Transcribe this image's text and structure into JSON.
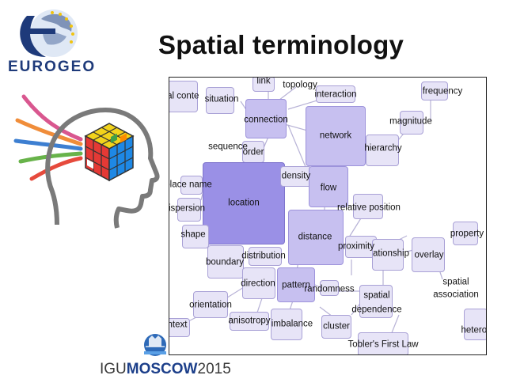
{
  "slide": {
    "title": "Spatial terminology",
    "logo_text": "EUROGEO",
    "conference": {
      "prefix": "IGU",
      "bold": "MOSCOW",
      "suffix": "2015"
    }
  },
  "colors": {
    "logo_blue": "#1e3a7a",
    "node_big": "#9a90e6",
    "node_mid": "#c7c0f0",
    "node_small": "#e7e4f7",
    "edge": "#b7b2d6"
  },
  "diagram": {
    "terms": [
      "link",
      "topology",
      "interaction",
      "frequency",
      "ial conte",
      "situation",
      "connection",
      "network",
      "magnitude",
      "sequence",
      "order",
      "hierarchy",
      "density",
      "place name",
      "flow",
      "location",
      "relative position",
      "ispersion",
      "distance",
      "property",
      "shape",
      "proximity",
      "ationship",
      "overlay",
      "boundary",
      "distribution",
      "direction",
      "pattern",
      "randomness",
      "spatial",
      "association",
      "orientation",
      "dependence",
      "anisotropy",
      "imbalance",
      "cluster",
      "ntext",
      "heterog",
      "Tobler's First Law"
    ]
  }
}
